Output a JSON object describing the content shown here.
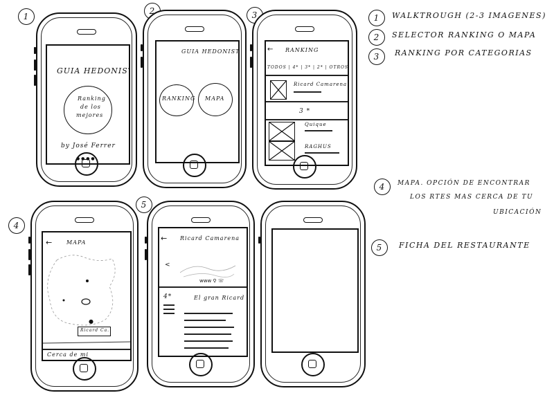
{
  "annotations": {
    "n1": "1",
    "n2": "2",
    "n3": "3",
    "n4": "4",
    "n5": "5",
    "note1": "WALKTROUGH (2-3 IMAGENES)",
    "note2": "SELECTOR RANKING O MAPA",
    "note3": "RANKING POR CATEGORIAS",
    "note4a": "MAPA. OPCIÓN DE ENCONTRAR",
    "note4b": "LOS RTES MAS CERCA DE TU",
    "note4c": "UBICACIÓN",
    "note5": "FICHA DEL RESTAURANTE"
  },
  "screen1": {
    "title": "GUIA HEDONISTA",
    "circle_text": [
      "Ranking",
      "de los",
      "mejores"
    ],
    "byline": "by José Ferrer",
    "dots": "● ● ● ●"
  },
  "screen2": {
    "title": "GUIA HEDONISTA",
    "btn_ranking": "RANKING",
    "btn_mapa": "MAPA"
  },
  "screen3": {
    "back": "←",
    "title": "RANKING",
    "filters": "TODOS | 4* | 3* | 2* | OTROS",
    "item1": "Ricard Camarena",
    "section": "3 *",
    "item2": "Quique",
    "item3": "RAGHUS"
  },
  "screen4": {
    "back": "←",
    "title": "MAPA",
    "pin_label": "Ricard Ca.",
    "footer": "Cerca de mi"
  },
  "screen5": {
    "back": "←",
    "title": "Ricard Camarena",
    "arrow": "<",
    "icons": "www ⚲ ☏",
    "stars": "4*",
    "name": "El gran Ricard"
  }
}
